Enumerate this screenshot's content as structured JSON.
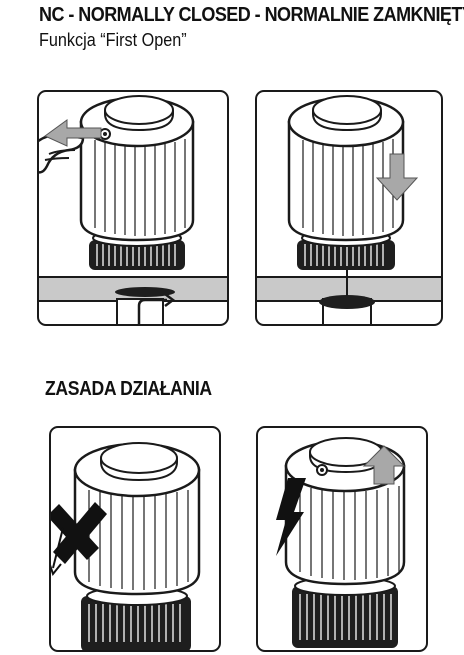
{
  "header": {
    "title": "NC - NORMALLY CLOSED - NORMALNIE ZAMKNIĘTY",
    "subtitle": "Funkcja “First Open”"
  },
  "section": {
    "title": "ZASADA DZIAŁANIA"
  },
  "panels": [
    {
      "id": "first-open-cap-removal",
      "icon": "cap-removal-arrow-icon"
    },
    {
      "id": "first-open-valve-closed",
      "icon": "down-arrow-icon"
    },
    {
      "id": "principle-no-power",
      "icon": "cross-icon"
    },
    {
      "id": "principle-powered-opening",
      "icon": "lightning-icon"
    }
  ],
  "colors": {
    "outline": "#1a1a1a",
    "arrow_gray": "#a8a8a8",
    "pipe_gray": "#c9c9c9",
    "ring_dark": "#1e1e1e"
  }
}
